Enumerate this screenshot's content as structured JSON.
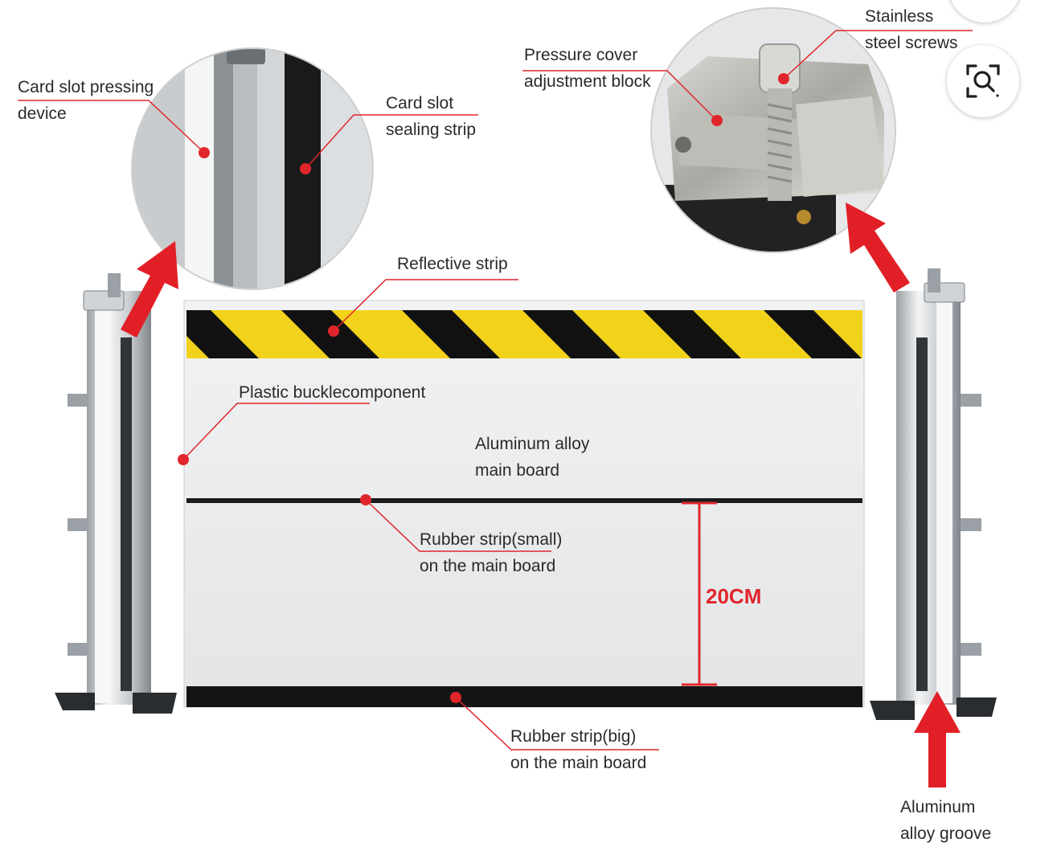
{
  "labels": {
    "card_slot_pressing": [
      "Card slot pressing",
      "device"
    ],
    "card_slot_sealing": [
      "Card slot",
      "sealing strip"
    ],
    "pressure_cover": [
      "Pressure cover",
      "adjustment block"
    ],
    "stainless_screws": [
      "Stainless",
      "steel screws"
    ],
    "reflective_strip": [
      "Reflective strip"
    ],
    "plastic_buckle": [
      "Plastic bucklecomponent"
    ],
    "aluminum_board": [
      "Aluminum alloy",
      "main board"
    ],
    "rubber_small": [
      "Rubber strip(small)",
      "on the main board"
    ],
    "rubber_big": [
      "Rubber strip(big)",
      "on the main board"
    ],
    "aluminum_groove": [
      "Aluminum",
      "alloy groove"
    ]
  },
  "dimension": "20CM",
  "icons": {
    "lens": "visual-search-icon"
  },
  "colors": {
    "accent_red": "#e0262b",
    "hazard_yellow": "#f2d21b",
    "hazard_black": "#111111",
    "panel": "#eceef0",
    "rail": "#d9dcdf"
  }
}
